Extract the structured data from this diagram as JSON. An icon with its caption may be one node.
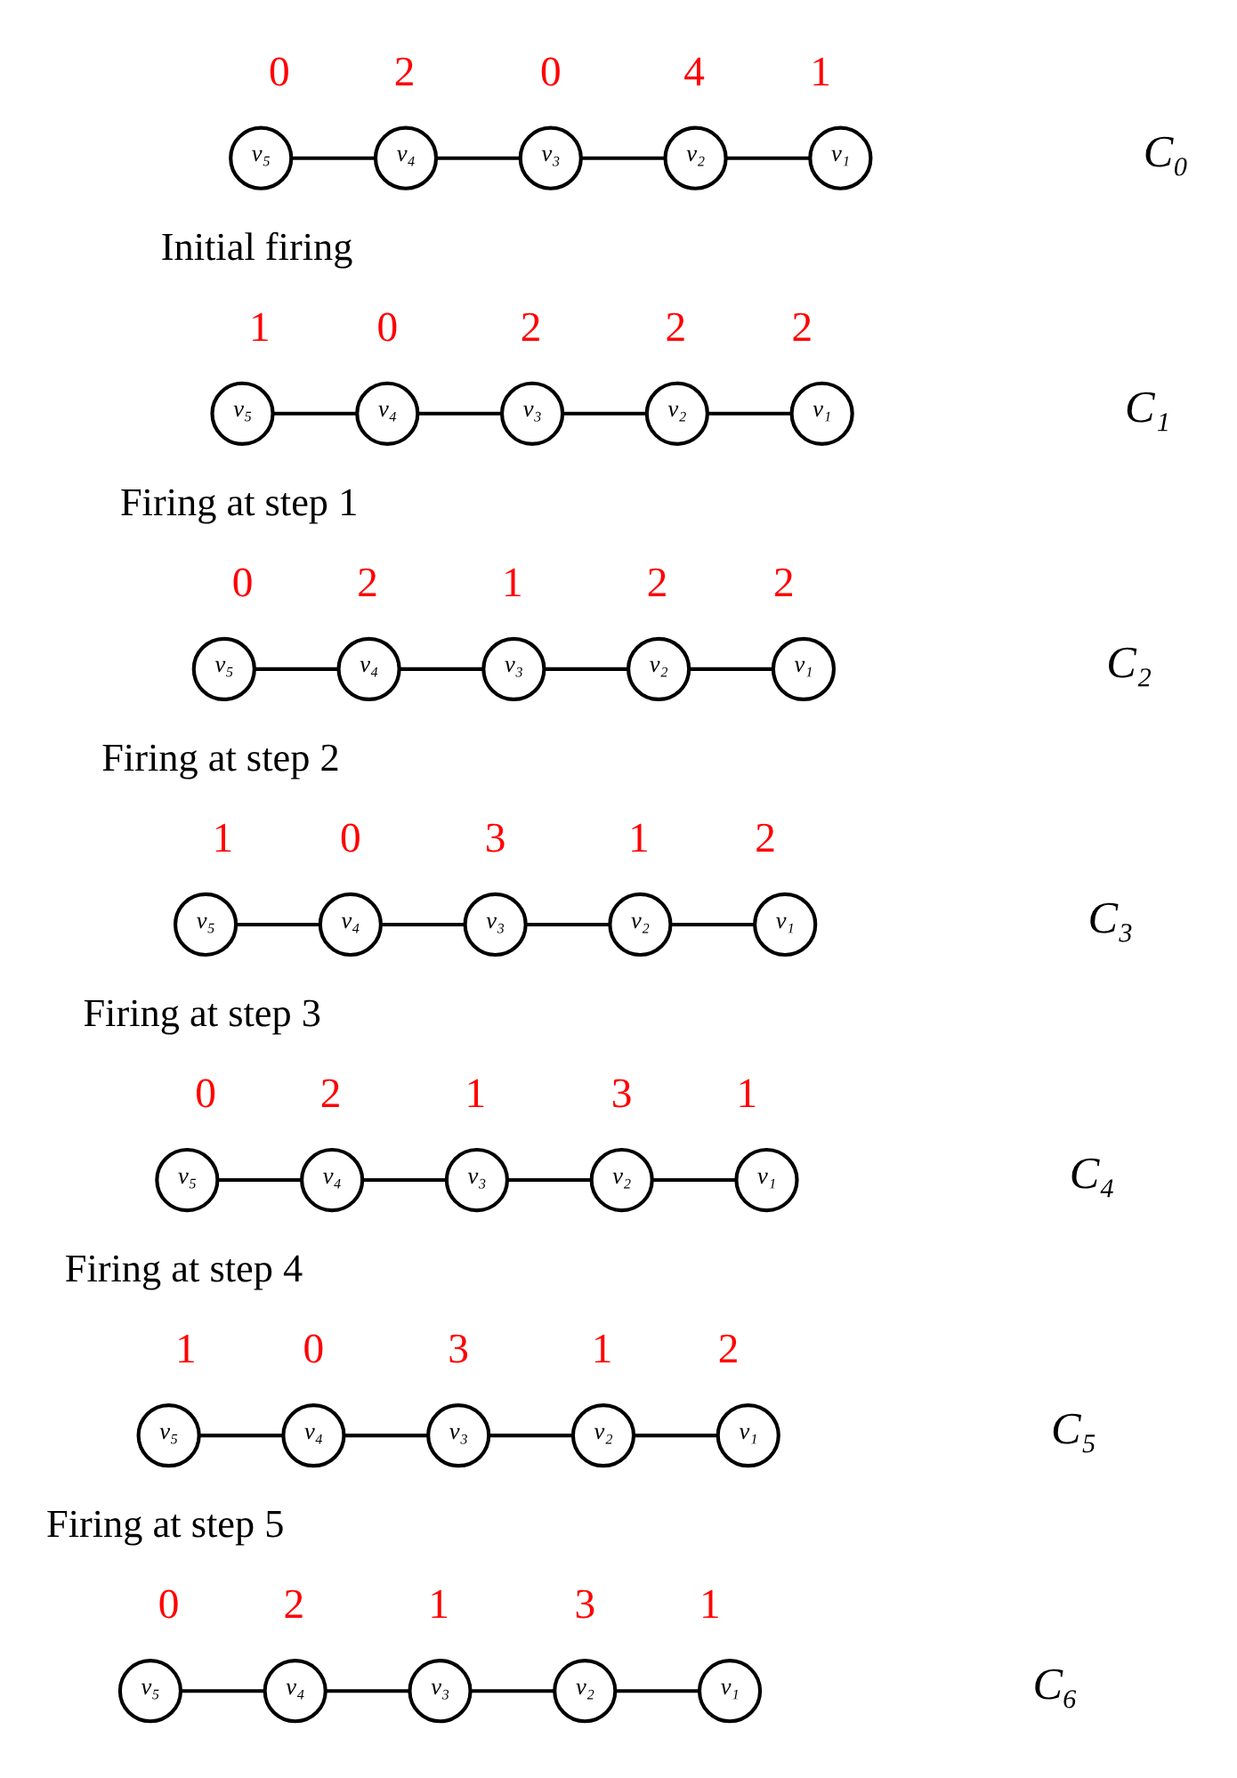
{
  "diagram": {
    "nodes": [
      {
        "text": [
          "v₅"
        ],
        "beside": [
          "0"
        ]
      },
      {
        "text": [
          "v₄"
        ],
        "beside": [
          "2"
        ]
      },
      {
        "text": [
          "v₃"
        ],
        "beside": [
          "0"
        ]
      },
      {
        "text": [
          "v₂"
        ],
        "beside": [
          "4"
        ]
      },
      {
        "text": [
          "v₁"
        ],
        "beside": [
          "1"
        ]
      },
      {
        "text": [
          "v₅"
        ],
        "beside": [
          "1"
        ]
      },
      {
        "text": [
          "v₄"
        ],
        "beside": [
          "0"
        ]
      },
      {
        "text": [
          "v₃"
        ],
        "beside": [
          "2"
        ]
      },
      {
        "text": [
          "v₂"
        ],
        "beside": [
          "2"
        ]
      },
      {
        "text": [
          "v₁"
        ],
        "beside": [
          "2"
        ]
      },
      {
        "text": [
          "v₅"
        ],
        "beside": [
          "0"
        ]
      },
      {
        "text": [
          "v₄"
        ],
        "beside": [
          "2"
        ]
      },
      {
        "text": [
          "v₃"
        ],
        "beside": [
          "1"
        ]
      },
      {
        "text": [
          "v₂"
        ],
        "beside": [
          "2"
        ]
      },
      {
        "text": [
          "v₁"
        ],
        "beside": [
          "2"
        ]
      },
      {
        "text": [
          "v₅"
        ],
        "beside": [
          "1"
        ]
      },
      {
        "text": [
          "v₄"
        ],
        "beside": [
          "0"
        ]
      },
      {
        "text": [
          "v₃"
        ],
        "beside": [
          "3"
        ]
      },
      {
        "text": [
          "v₂"
        ],
        "beside": [
          "1"
        ]
      },
      {
        "text": [
          "v₁"
        ],
        "beside": [
          "2"
        ]
      },
      {
        "text": [
          "v₅"
        ],
        "beside": [
          "0"
        ]
      },
      {
        "text": [
          "v₄"
        ],
        "beside": [
          "2"
        ]
      },
      {
        "text": [
          "v₃"
        ],
        "beside": [
          "1"
        ]
      },
      {
        "text": [
          "v₂"
        ],
        "beside": [
          "3"
        ]
      },
      {
        "text": [
          "v₁"
        ],
        "beside": [
          "1"
        ]
      },
      {
        "text": [
          "v₅"
        ],
        "beside": [
          "1"
        ]
      },
      {
        "text": [
          "v₄"
        ],
        "beside": [
          "0"
        ]
      },
      {
        "text": [
          "v₃"
        ],
        "beside": [
          "3"
        ]
      },
      {
        "text": [
          "v₂"
        ],
        "beside": [
          "1"
        ]
      },
      {
        "text": [
          "v₁"
        ],
        "beside": [
          "2"
        ]
      },
      {
        "text": [
          "v₅"
        ],
        "beside": [
          "0"
        ]
      },
      {
        "text": [
          "v₄"
        ],
        "beside": [
          "2"
        ]
      },
      {
        "text": [
          "v₃"
        ],
        "beside": [
          "1"
        ]
      },
      {
        "text": [
          "v₂"
        ],
        "beside": [
          "3"
        ]
      },
      {
        "text": [
          "v₁"
        ],
        "beside": [
          "1"
        ]
      }
    ],
    "edges": [
      {
        "from": 0,
        "to": 1,
        "arrow": "none"
      },
      {
        "from": 1,
        "to": 2,
        "arrow": "none"
      },
      {
        "from": 2,
        "to": 3,
        "arrow": "none"
      },
      {
        "from": 3,
        "to": 4,
        "arrow": "none"
      },
      {
        "from": 5,
        "to": 6,
        "arrow": "none"
      },
      {
        "from": 6,
        "to": 7,
        "arrow": "none"
      },
      {
        "from": 7,
        "to": 8,
        "arrow": "none"
      },
      {
        "from": 8,
        "to": 9,
        "arrow": "none"
      },
      {
        "from": 10,
        "to": 11,
        "arrow": "none"
      },
      {
        "from": 11,
        "to": 12,
        "arrow": "none"
      },
      {
        "from": 12,
        "to": 13,
        "arrow": "none"
      },
      {
        "from": 13,
        "to": 14,
        "arrow": "none"
      },
      {
        "from": 15,
        "to": 16,
        "arrow": "none"
      },
      {
        "from": 16,
        "to": 17,
        "arrow": "none"
      },
      {
        "from": 17,
        "to": 18,
        "arrow": "none"
      },
      {
        "from": 18,
        "to": 19,
        "arrow": "none"
      },
      {
        "from": 20,
        "to": 21,
        "arrow": "none"
      },
      {
        "from": 21,
        "to": 22,
        "arrow": "none"
      },
      {
        "from": 22,
        "to": 23,
        "arrow": "none"
      },
      {
        "from": 23,
        "to": 24,
        "arrow": "none"
      },
      {
        "from": 25,
        "to": 26,
        "arrow": "none"
      },
      {
        "from": 26,
        "to": 27,
        "arrow": "none"
      },
      {
        "from": 27,
        "to": 28,
        "arrow": "none"
      },
      {
        "from": 28,
        "to": 29,
        "arrow": "none"
      },
      {
        "from": 30,
        "to": 31,
        "arrow": "none"
      },
      {
        "from": 31,
        "to": 32,
        "arrow": "none"
      },
      {
        "from": 32,
        "to": 33,
        "arrow": "none"
      },
      {
        "from": 33,
        "to": 34,
        "arrow": "none"
      }
    ],
    "labels": [
      "C₀",
      "Initial firing",
      "C₁",
      "Firing at step 1",
      "C₂",
      "Firing at step 2",
      "C₃",
      "Firing at step 3",
      "C₄",
      "Firing at step 4",
      "C₅",
      "Firing at step 5",
      "C₆"
    ]
  }
}
